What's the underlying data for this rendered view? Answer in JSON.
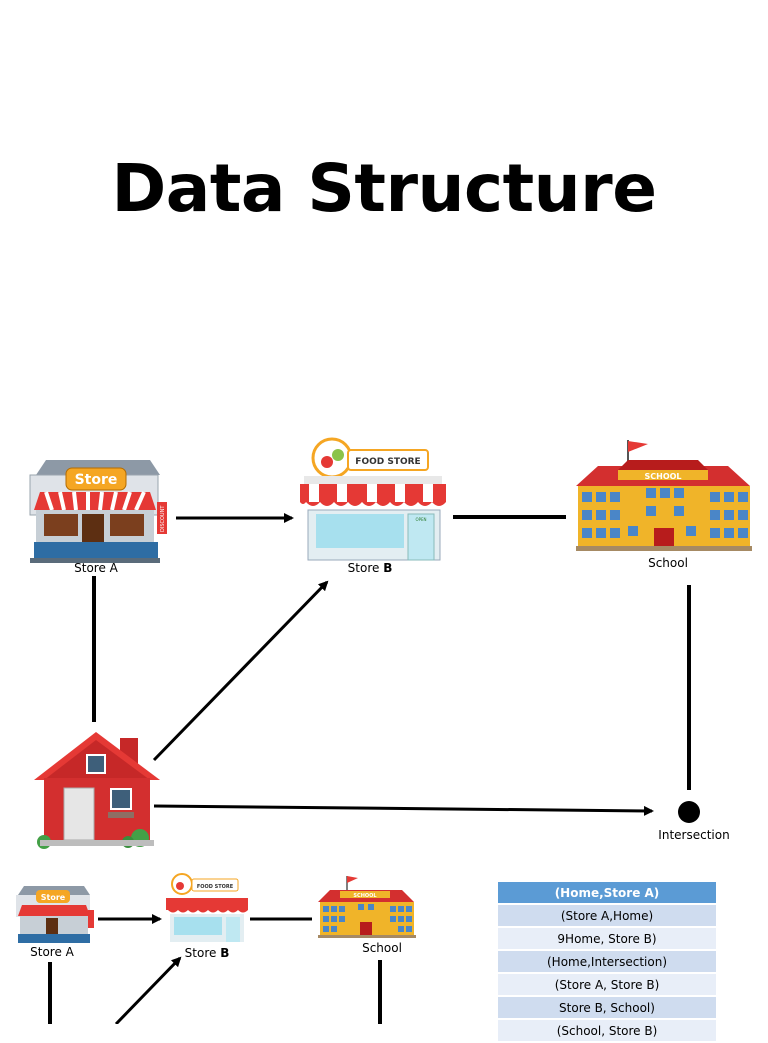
{
  "title": "Data Structure",
  "diagram": {
    "store_a_label": "Store A",
    "store_b_label_prefix": "Store ",
    "store_b_label_bold": "B",
    "school_label": "School",
    "intersection_label": "Intersection",
    "store_a_sign": "Store",
    "store_a_ribbon": "DISCOUNT",
    "food_store_sign": "FOOD STORE",
    "school_sign": "SCHOOL",
    "food_store_door_sign": "OPEN"
  },
  "small_diagram": {
    "store_a_label": "Store A",
    "store_b_label_prefix": "Store ",
    "store_b_label_bold": "B",
    "school_label": "School",
    "store_a_sign": "Store",
    "food_store_sign": "FOOD STORE",
    "school_sign": "SCHOOL"
  },
  "edge_table": {
    "header": "(Home,Store A)",
    "rows": [
      "(Store A,Home)",
      "9Home, Store B)",
      "(Home,Intersection)",
      "(Store A, Store B)",
      "Store B, School)",
      "(School, Store B)"
    ]
  },
  "colors": {
    "table_header": "#5b9bd5",
    "table_row_dark": "#cfdcef",
    "table_row_light": "#e8eef8",
    "house_red": "#d32f2f",
    "school_yellow": "#f0b429",
    "awning_red": "#e53935"
  }
}
